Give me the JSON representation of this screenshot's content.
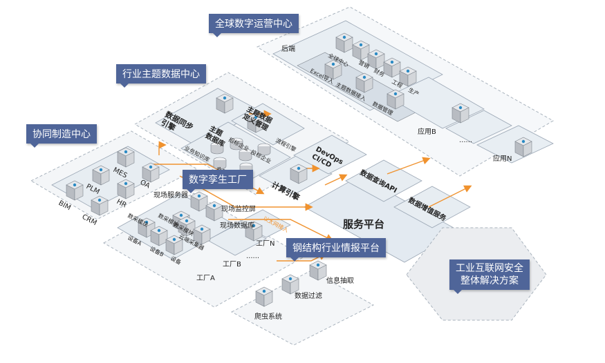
{
  "headers": {
    "global_ops": "全球数字运营中心",
    "industry_data": "行业主题数据中心",
    "collab_mfg": "协同制造中心",
    "digital_twin": "数字孪生工厂",
    "steel_platform": "钢结构行业情报平台",
    "security": "工业互联网安全\n整体解决方案"
  },
  "global_ops": {
    "backend": "后端",
    "items": [
      "全球中心",
      "营销",
      "财务",
      "工程",
      "生产"
    ],
    "bar_items": [
      "Excel导入",
      "主题数据接入",
      "数据管理"
    ],
    "app_b": "应用B",
    "dots": "......",
    "app_n": "应用N"
  },
  "industry_data": {
    "sync_engine": "数据同步\n引擎",
    "theme_db": "主题\n数据库",
    "def_mgmt": "主题数据\n定义管理",
    "flow_engine": "流程引擎",
    "knowledge": "业务知识库",
    "contract": "合同",
    "bid": "招标企业",
    "investor": "投标企业",
    "calc_engine": "计算引擎",
    "devops": "DevOps\nCI/CD",
    "query_api": "数据查询API",
    "value_added": "数据增值服务",
    "service_platform": "服务平台"
  },
  "collab": {
    "systems": [
      "MES",
      "PLM",
      "OA",
      "BIM",
      "CRM",
      "HR"
    ]
  },
  "twin": {
    "site_server": "现场服务器",
    "monitor": "现场监控屏",
    "site_db": "现场数据库",
    "acq1": "数采模块",
    "acq2": "数采模块",
    "acq3": "数采模块",
    "cloud_acq": "云端采集器",
    "device_a": "设备A",
    "device_b": "设备B",
    "device": "设备",
    "factory_a": "工厂A",
    "factory_b": "工厂B",
    "factory_n": "工厂N",
    "dots": "......",
    "flow_note": "以太网接入"
  },
  "steel": {
    "crawler": "爬虫系统",
    "filter": "数据过滤",
    "extract": "信息抽取"
  },
  "colors": {
    "label_bg": "#4f6599",
    "panel": "#eef3f7",
    "panel_stroke": "#9aa6b4",
    "arrow": "#f0922e",
    "server": "#c9ccd1"
  }
}
